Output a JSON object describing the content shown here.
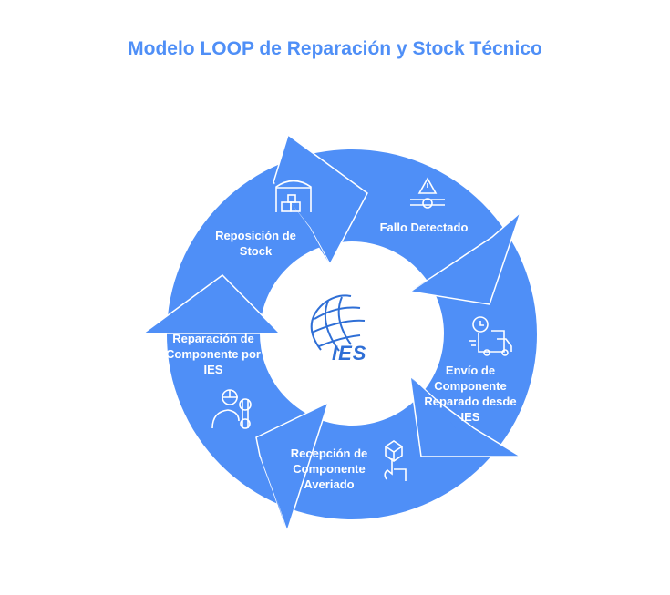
{
  "title": "Modelo LOOP de Reparación y Stock Técnico",
  "colors": {
    "accent": "#4f8ff7",
    "title": "#4f8ff7",
    "logo": "#2f6fd6"
  },
  "center_logo": {
    "text": "IES"
  },
  "steps": [
    {
      "label": "Reposición de Stock",
      "icon": "warehouse-icon"
    },
    {
      "label": "Fallo Detectado",
      "icon": "warning-pipe-icon"
    },
    {
      "label": "Envío de Componente Reparado desde IES",
      "icon": "delivery-truck-icon"
    },
    {
      "label": "Recepción de Componente Averiado",
      "icon": "box-hand-icon"
    },
    {
      "label": "Reparación de Componente por IES",
      "icon": "technician-wrench-icon"
    }
  ]
}
